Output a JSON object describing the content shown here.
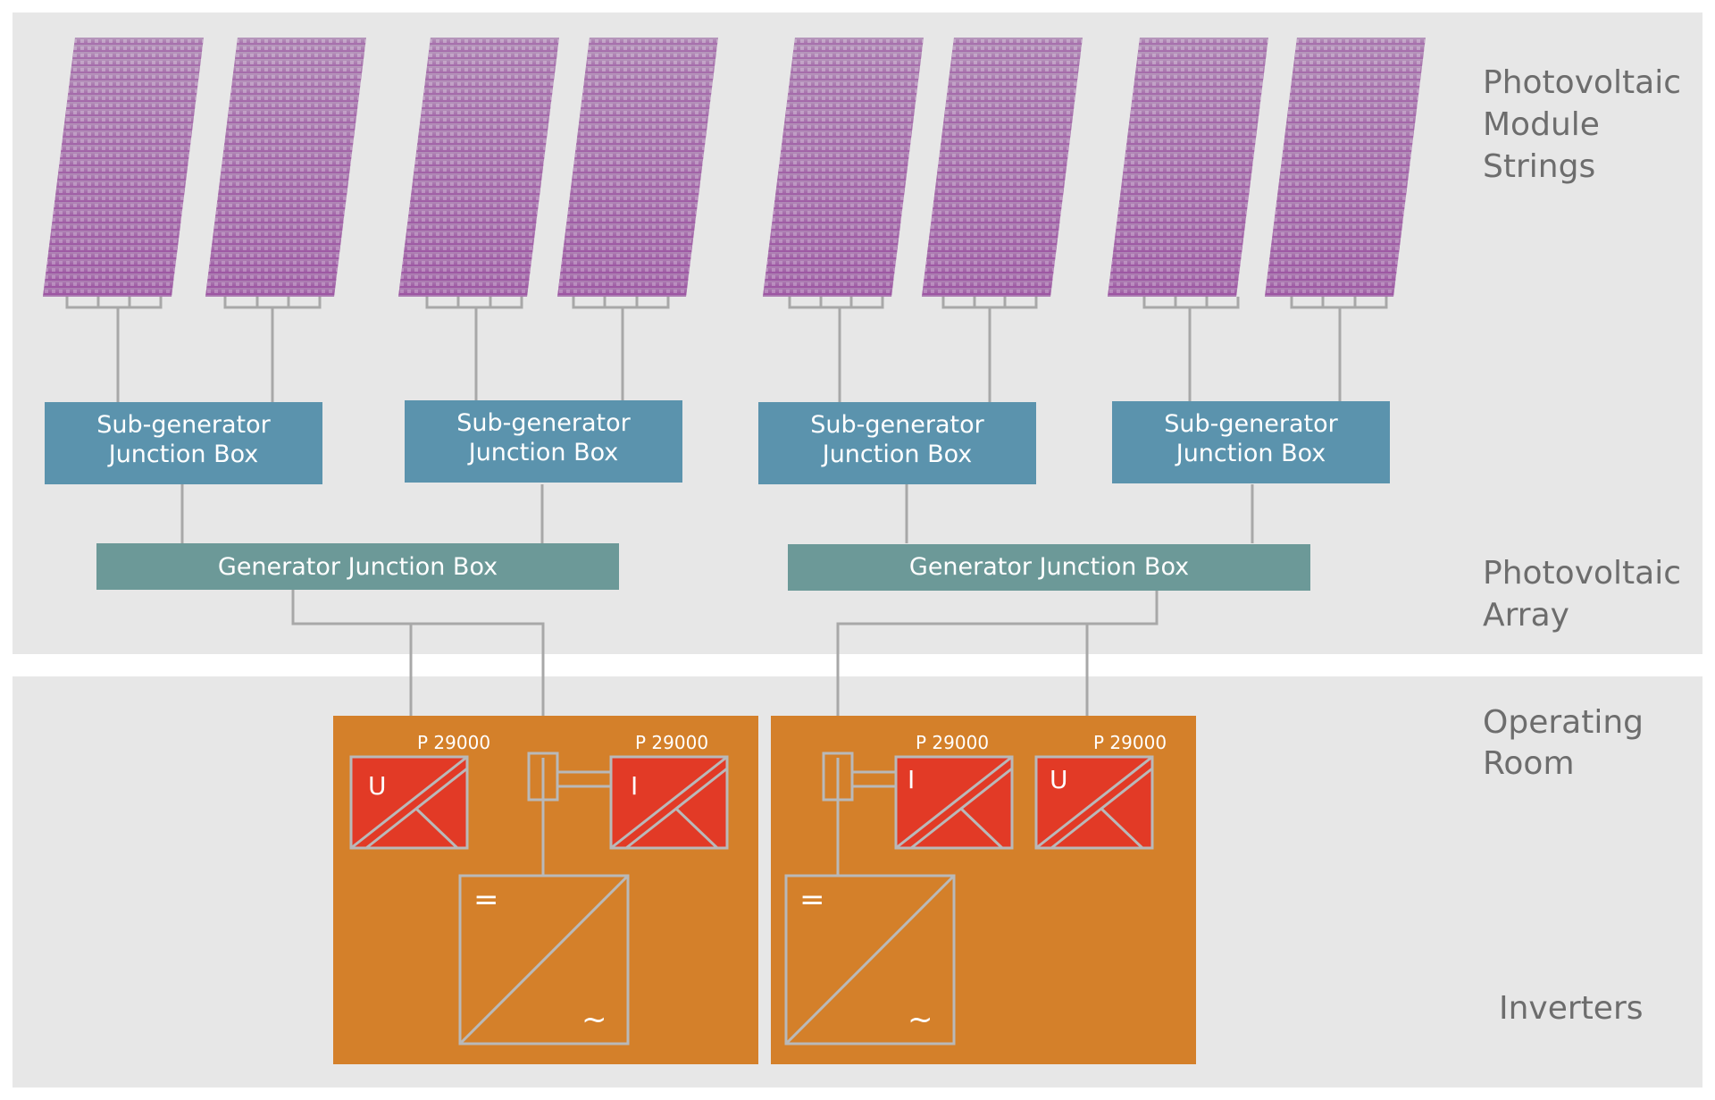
{
  "labels": {
    "pv_module_strings": [
      "Photovoltaic",
      "Module",
      "Strings"
    ],
    "pv_array": [
      "Photovoltaic",
      "Array"
    ],
    "operating_room": [
      "Operating",
      "Room"
    ],
    "inverters": "Inverters"
  },
  "subgenerator_boxes": [
    {
      "line1": "Sub-generator",
      "line2": "Junction Box"
    },
    {
      "line1": "Sub-generator",
      "line2": "Junction Box"
    },
    {
      "line1": "Sub-generator",
      "line2": "Junction Box"
    },
    {
      "line1": "Sub-generator",
      "line2": "Junction Box"
    }
  ],
  "generator_boxes": [
    {
      "label": "Generator Junction Box"
    },
    {
      "label": "Generator Junction Box"
    }
  ],
  "meters": [
    {
      "model": "P 29000",
      "symbol": "U"
    },
    {
      "model": "P 29000",
      "symbol": "I"
    },
    {
      "model": "P 29000",
      "symbol": "I"
    },
    {
      "model": "P 29000",
      "symbol": "U"
    }
  ],
  "inverter_units": [
    {
      "dc_symbol": "=",
      "ac_symbol": "~"
    },
    {
      "dc_symbol": "=",
      "ac_symbol": "~"
    }
  ],
  "colors": {
    "panel_bg": "#e7e7e7",
    "module": "#a070a8",
    "subgen_box": "#5b93ad",
    "gen_box": "#6c9998",
    "inverter_bg": "#d4802a",
    "meter": "#e23a26",
    "label": "#6d6d6d"
  }
}
